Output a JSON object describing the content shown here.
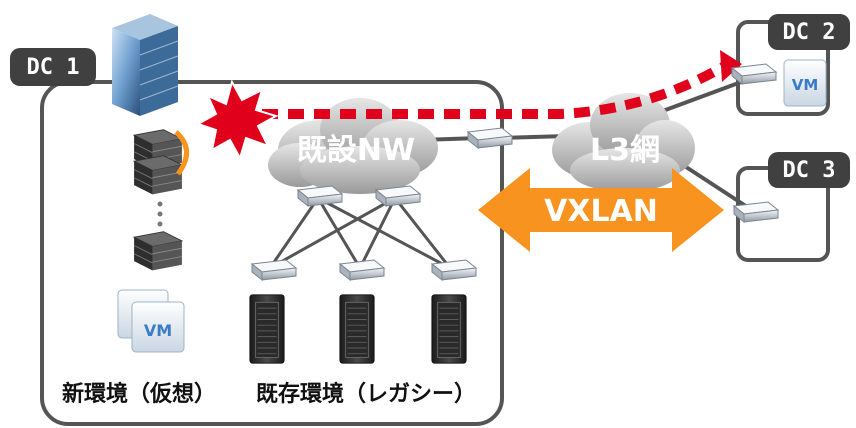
{
  "dc_labels": {
    "dc1": "DC 1",
    "dc2": "DC 2",
    "dc3": "DC 3"
  },
  "clouds": {
    "existing_network": "既設NW",
    "l3_network": "L3網"
  },
  "tunnel_label": "VXLAN",
  "vm_label": "VM",
  "environment_labels": {
    "new_env": "新環境（仮想）",
    "legacy_env": "既存環境（レガシー）"
  },
  "colors": {
    "tag_bg": "#404040",
    "vxlan_arrow": "#f7931e",
    "failure_path": "#e0001b",
    "outline": "#555555"
  }
}
